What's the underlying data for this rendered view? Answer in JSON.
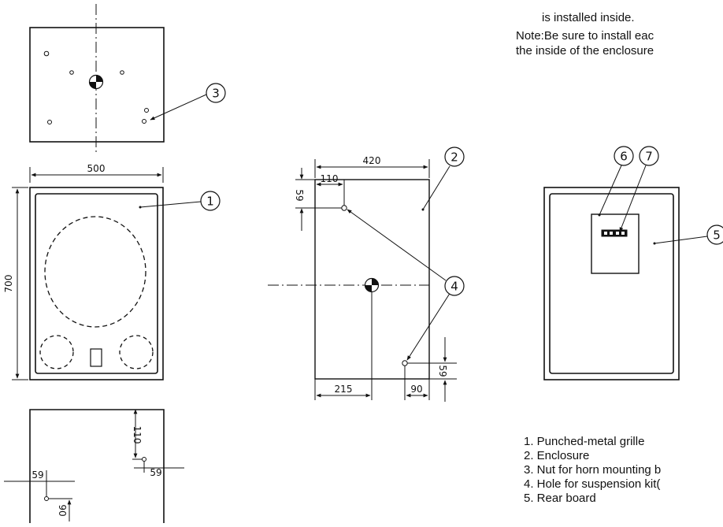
{
  "notes": {
    "top_line": "is installed inside.",
    "note_line1": "Note:Be sure to install eac",
    "note_line2": "the inside of the enclosure"
  },
  "dimensions": {
    "front_width": "500",
    "front_height": "700",
    "side_width": "420",
    "side_inset": "110",
    "side_top": "59",
    "side_bottom_left": "215",
    "side_bottom_right": "90",
    "side_bottom_v": "59",
    "bottom_110": "110",
    "bottom_59_right": "59",
    "bottom_59_left": "59",
    "bottom_90": "90"
  },
  "callouts": {
    "c1": "1",
    "c2": "2",
    "c3": "3",
    "c4": "4",
    "c5": "5",
    "c6": "6",
    "c7": "7"
  },
  "legend": [
    "1. Punched-metal grille",
    "2. Enclosure",
    "3. Nut for horn mounting b",
    "4. Hole for suspension kit(",
    "5. Rear board"
  ]
}
